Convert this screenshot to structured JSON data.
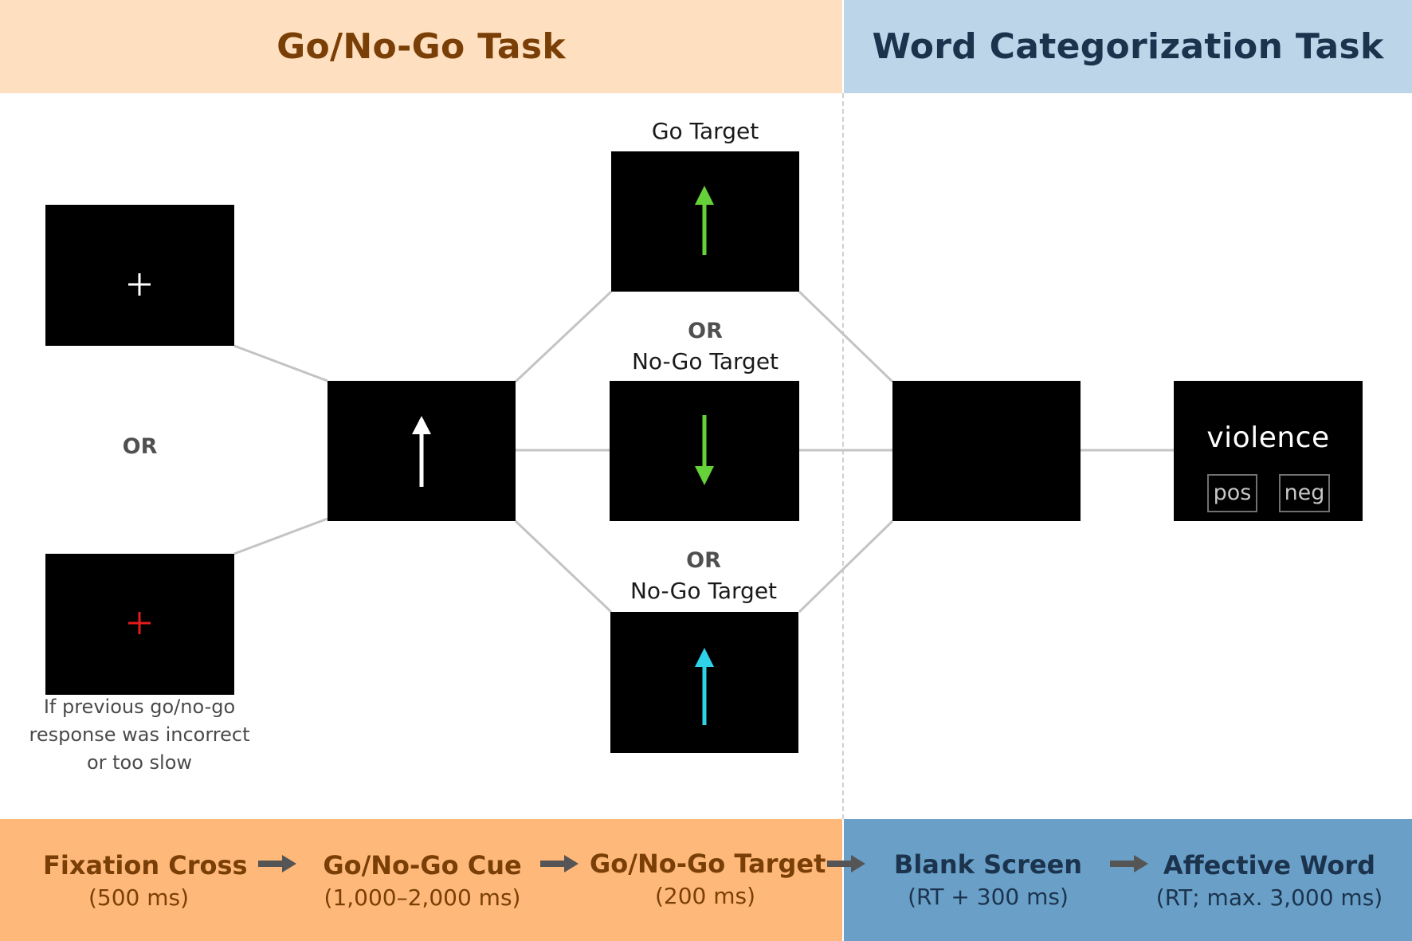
{
  "headers": {
    "left_title": "Go/No-Go Task",
    "right_title": "Word Categorization Task"
  },
  "colors": {
    "left_header_bg": "#fedfbf",
    "right_header_bg": "#bdd5e9",
    "left_footer_bg": "#feb97a",
    "right_footer_bg": "#6aa0c7",
    "left_title_text": "#7a3f06",
    "right_title_text": "#1b334d",
    "go_arrow": "#66d23a",
    "nogo_arrow_cyan": "#2fd3e8",
    "error_cross": "#e31b1b"
  },
  "fixation": {
    "or_label": "OR",
    "error_note": "If previous go/no-go response was incorrect or too slow"
  },
  "targets": {
    "go_label": "Go Target",
    "or_label_1": "OR",
    "nogo_label_1": "No-Go Target",
    "or_label_2": "OR",
    "nogo_label_2": "No-Go Target"
  },
  "word_screen": {
    "word": "violence",
    "button_pos": "pos",
    "button_neg": "neg"
  },
  "stages": [
    {
      "name": "Fixation Cross",
      "time": "(500 ms)"
    },
    {
      "name": "Go/No-Go Cue",
      "time": "(1,000–2,000 ms)"
    },
    {
      "name": "Go/No-Go Target",
      "time": "(200 ms)"
    },
    {
      "name": "Blank Screen",
      "time": "(RT + 300 ms)"
    },
    {
      "name": "Affective Word",
      "time": "(RT; max. 3,000 ms)"
    }
  ]
}
